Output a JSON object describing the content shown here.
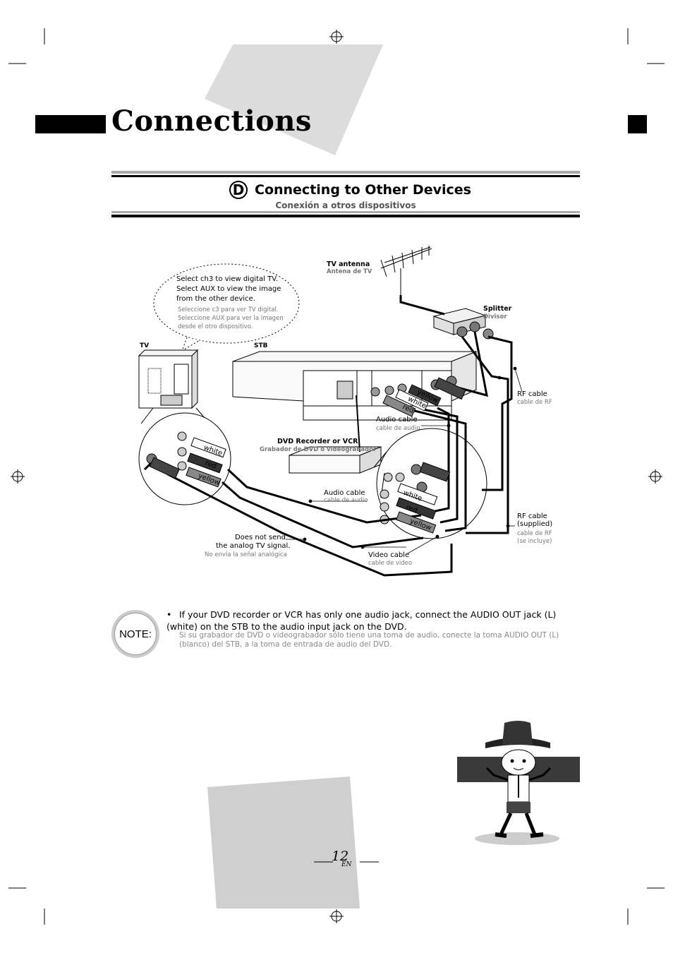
{
  "page": {
    "title": "Connections",
    "section_badge": "D",
    "section_title": "Connecting to Other Devices",
    "section_subtitle": "Conexión a otros dispositivos",
    "page_number": "12",
    "page_lang": "EN"
  },
  "diagram": {
    "tv_antenna": "TV antenna",
    "tv_antenna_es": "Antena de TV",
    "splitter": "Splitter",
    "splitter_es": "Divisor",
    "tv": "TV",
    "stb": "STB",
    "rf_cable": "RF cable",
    "rf_cable_es": "cable de RF",
    "audio_cable_1": "Audio cable",
    "audio_cable_1_es": "cable de audio",
    "dvd_recorder": "DVD Recorder or VCR",
    "dvd_recorder_es": "Grabador de DVD o videograbador",
    "audio_cable_2": "Audio cable",
    "audio_cable_2_es": "cable de audio",
    "rf_cable_supplied_1": "RF cable",
    "rf_cable_supplied_2": "(supplied)",
    "rf_cable_supplied_es_1": "cable de RF",
    "rf_cable_supplied_es_2": "(se incluye)",
    "not_send_1": "Does not send",
    "not_send_2": "the analog TV signal.",
    "not_send_es": "No envía la señal analógica",
    "video_cable": "Video cable",
    "video_cable_es": "cable de video",
    "bubble_1": "Select ch3 to view digital TV.",
    "bubble_2": "Select AUX to view the image",
    "bubble_3": "from the other device.",
    "bubble_es_1": "Seleccione c3 para ver TV digital.",
    "bubble_es_2": "Seleccione AUX para ver la imagen",
    "bubble_es_3": "desde el otro dispositivo.",
    "plug_yellow": "yellow",
    "plug_white": "white",
    "plug_red": "red"
  },
  "note": {
    "label": "NOTE:",
    "bullet": "•",
    "text": "If your DVD recorder or VCR has only one audio jack, connect the AUDIO OUT jack (L) (white) on the STB to the audio input jack on the DVD.",
    "text_es": "Si su grabador de DVD o videograbador sólo tiene una toma de audio, conecte la toma AUDIO OUT (L) (blanco) del STB, a la toma de entrada de audio del DVD."
  }
}
